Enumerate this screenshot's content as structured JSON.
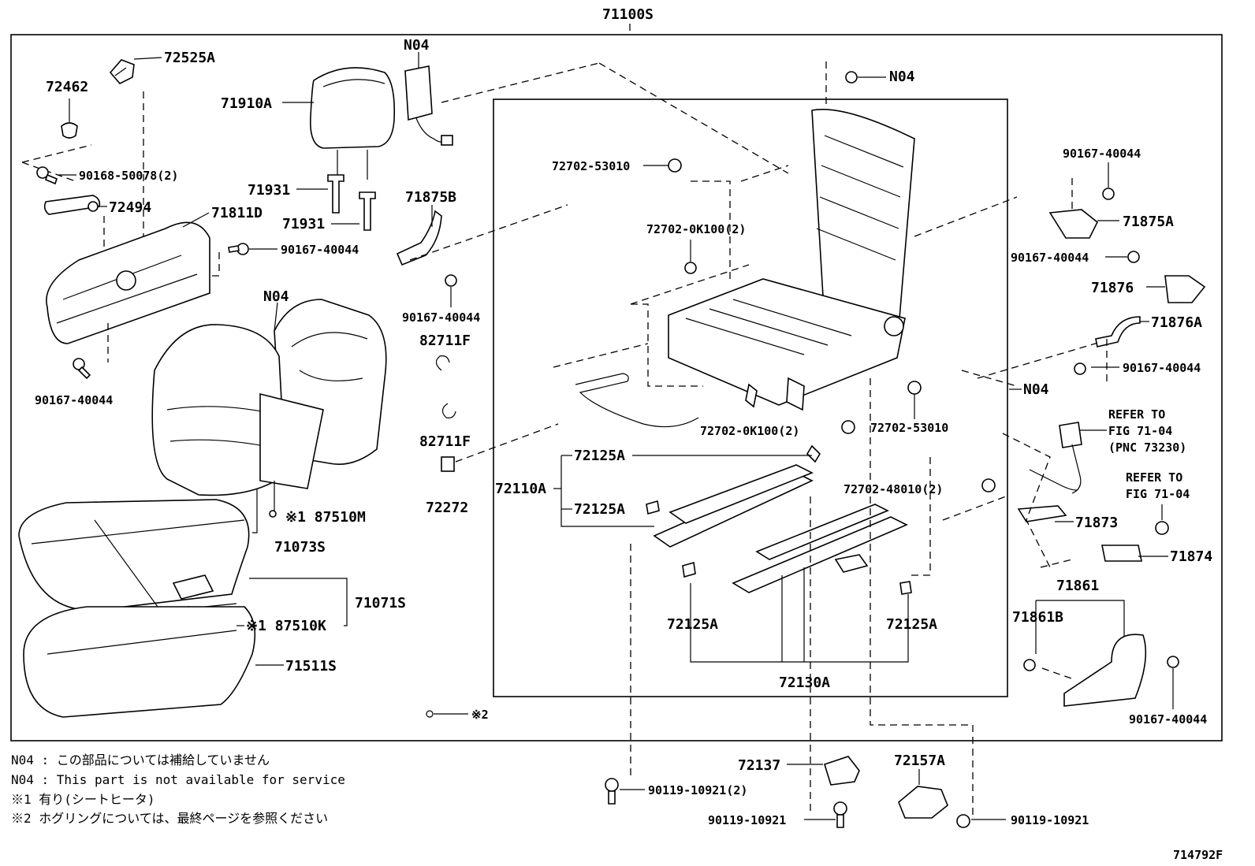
{
  "diagram": {
    "assembly_code": "71100S",
    "figure_id": "714792F"
  },
  "callouts": {
    "p72525A": "72525A",
    "p72462": "72462",
    "p90168": "90168-50078(2)",
    "p72494": "72494",
    "p71811D": "71811D",
    "p90167_a": "90167-40044",
    "p90167_b": "90167-40044",
    "p71910A": "71910A",
    "p71931_a": "71931",
    "p71931_b": "71931",
    "pN04_top": "N04",
    "pN04_right": "N04",
    "pN04_cover": "N04",
    "pN04_frame": "N04",
    "p71875B": "71875B",
    "p90167_c": "90167-40044",
    "p82711F_a": "82711F",
    "p82711F_b": "82711F",
    "p72272": "72272",
    "p72702_53010_a": "72702-53010",
    "p72702_0K100_a": "72702-0K100(2)",
    "p72702_0K100_b": "72702-0K100(2)",
    "p72702_53010_b": "72702-53010",
    "p72702_48010": "72702-48010(2)",
    "p72125A_a": "72125A",
    "p72110A": "72110A",
    "p72125A_b": "72125A",
    "p72125A_c": "72125A",
    "p72125A_d": "72125A",
    "p72130A": "72130A",
    "p87510M": "※1 87510M",
    "p71073S": "71073S",
    "p71071S": "71071S",
    "p87510K": "※1 87510K",
    "p71511S": "71511S",
    "pMark2": "※2",
    "p90167_d": "90167-40044",
    "p71875A": "71875A",
    "p90167_e": "90167-40044",
    "p71876": "71876",
    "p71876A": "71876A",
    "p90167_f": "90167-40044",
    "pRefer1": [
      "REFER TO",
      "FIG 71-04",
      "(PNC 73230)"
    ],
    "pRefer2": [
      "REFER TO",
      "FIG 71-04"
    ],
    "p71873": "71873",
    "p71874": "71874",
    "p71861": "71861",
    "p71861B": "71861B",
    "p90167_g": "90167-40044",
    "p72137": "72137",
    "p72157A": "72157A",
    "p90119_a": "90119-10921(2)",
    "p90119_b": "90119-10921",
    "p90119_c": "90119-10921"
  },
  "notes": [
    "N04 : この部品については補給していません",
    "N04 : This part is not available for service",
    "※1  有り(シートヒータ)",
    "※2  ホグリングについては、最終ページを参照ください"
  ]
}
